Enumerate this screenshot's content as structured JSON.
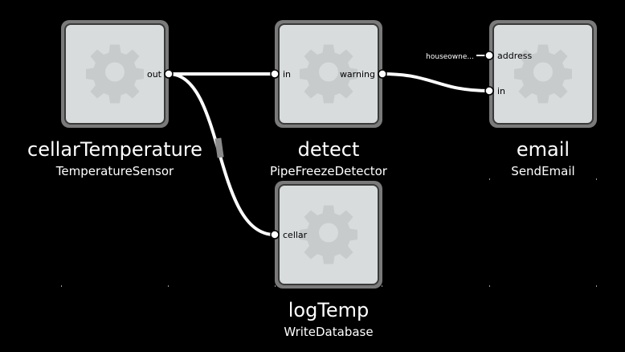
{
  "colors": {
    "background": "#000000",
    "node_fill": "#d8dcdd",
    "node_border": "#7a7a7a",
    "node_outline": "#3a3a3a",
    "gear": "#c7cbcc",
    "wire": "#ffffff",
    "port_fill": "#ffffff",
    "port_stroke": "#000000",
    "text": "#ffffff",
    "port_text": "#000000"
  },
  "nodes": {
    "cellarTemperature": {
      "name": "cellarTemperature",
      "type": "TemperatureSensor",
      "icon": "gear-icon",
      "ports": {
        "out": "out"
      }
    },
    "detect": {
      "name": "detect",
      "type": "PipeFreezeDetector",
      "icon": "gear-icon",
      "ports": {
        "in": "in",
        "warning": "warning"
      }
    },
    "email": {
      "name": "email",
      "type": "SendEmail",
      "icon": "gear-icon",
      "ports": {
        "address": "address",
        "in": "in"
      },
      "iip": "houseowne..."
    },
    "logTemp": {
      "name": "logTemp",
      "type": "WriteDatabase",
      "icon": "gear-icon",
      "ports": {
        "cellar": "cellar"
      }
    }
  },
  "edges": [
    {
      "from": "cellarTemperature.out",
      "to": "detect.in"
    },
    {
      "from": "cellarTemperature.out",
      "to": "logTemp.cellar"
    },
    {
      "from": "detect.warning",
      "to": "email.in"
    }
  ]
}
